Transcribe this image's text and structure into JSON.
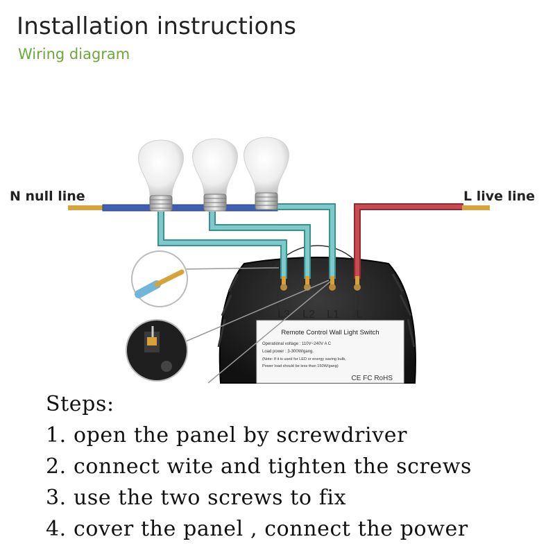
{
  "header": {
    "title": "Installation instructions",
    "subtitle": "Wiring diagram"
  },
  "wires": {
    "neutral_label": "N null line",
    "live_label": "L live line"
  },
  "terminals": [
    "L3",
    "L2",
    "L1",
    "L"
  ],
  "switch_label": {
    "title": "Remote Control Wall Light Switch",
    "specs": [
      "Operational voltage : 110V~240V A C",
      "Load power : 3-300W/gang.",
      "(Note: If it is used for LED or energy saving bulb,",
      "Power load should be less than 150W/gang)"
    ],
    "marks": "CE FC RoHS"
  },
  "steps": {
    "heading": "Steps:",
    "items": [
      "1. open the panel by screwdriver",
      "2. connect wite and tighten the screws",
      "3. use the two screws to fix",
      "4. cover the panel , connect the power"
    ]
  },
  "colors": {
    "neutral_wire": "#3f5fb0",
    "live_wire": "#c0474d",
    "switch_wire": "#6fc1c1",
    "copper": "#d7a23a",
    "subtitle": "#6aa83a"
  }
}
